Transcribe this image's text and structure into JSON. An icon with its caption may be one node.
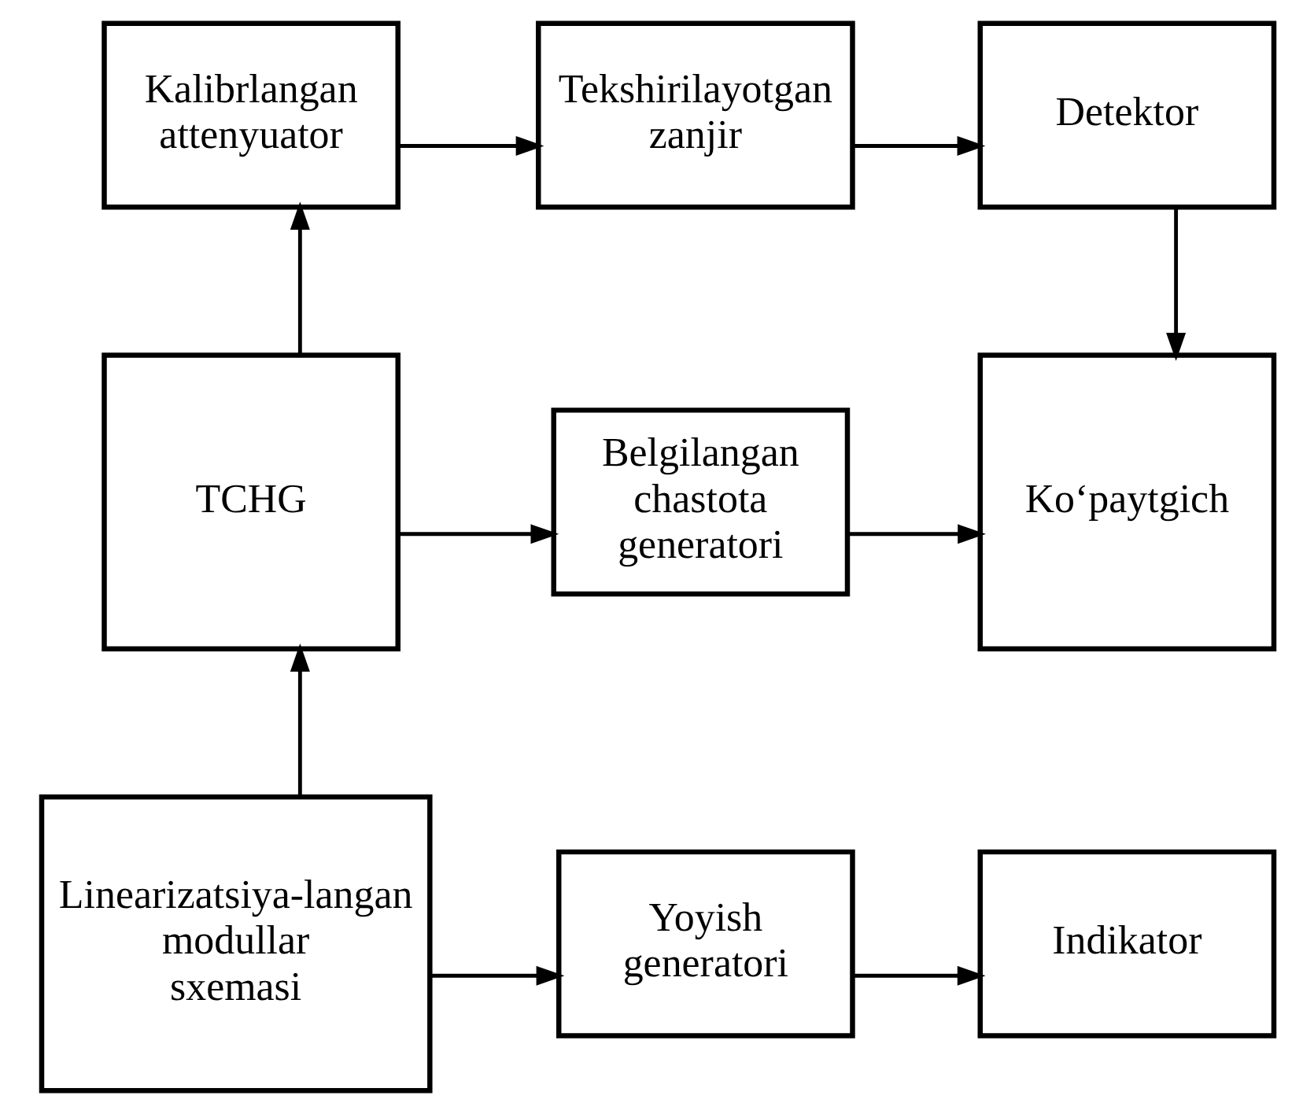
{
  "diagram": {
    "nodes": [
      {
        "text": [
          "Kalibrlangan attenyuator"
        ]
      },
      {
        "text": [
          "Tekshirilayotgan zanjir"
        ]
      },
      {
        "text": [
          "Detektor"
        ]
      },
      {
        "text": [
          "TCHG"
        ]
      },
      {
        "text": [
          "Belgilangan chastota generatori"
        ]
      },
      {
        "text": [
          "Ko‘paytgich"
        ]
      },
      {
        "text": [
          "Linearizatsiya-langan modullar sxemasi"
        ]
      },
      {
        "text": [
          "Yoyish generatori"
        ]
      },
      {
        "text": [
          "Indikator"
        ]
      }
    ],
    "edges": [
      {
        "from": 0,
        "to": 1,
        "arrow": "to"
      },
      {
        "from": 1,
        "to": 2,
        "arrow": "to"
      },
      {
        "from": 2,
        "to": 5,
        "arrow": "to"
      },
      {
        "from": 3,
        "to": 0,
        "arrow": "to"
      },
      {
        "from": 3,
        "to": 4,
        "arrow": "to"
      },
      {
        "from": 4,
        "to": 5,
        "arrow": "to"
      },
      {
        "from": 6,
        "to": 3,
        "arrow": "to"
      },
      {
        "from": 6,
        "to": 7,
        "arrow": "to"
      },
      {
        "from": 7,
        "to": 8,
        "arrow": "to"
      }
    ]
  }
}
